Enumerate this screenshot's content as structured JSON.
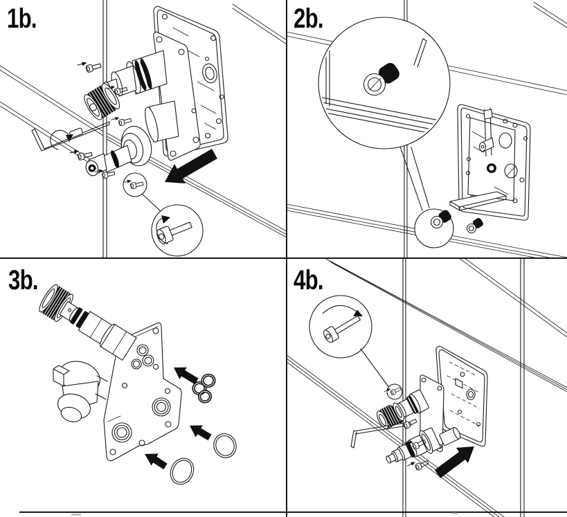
{
  "figure": {
    "background": "#ffffff",
    "line_color": "#1a1a1a",
    "arrow_color": "#111111",
    "grid": {
      "rows": 2,
      "cols": 2
    },
    "footer_rule": true
  },
  "panels": [
    {
      "id": "1b",
      "label": "1b.",
      "scene": "valve-assembly-removed-from-rough-in-box",
      "direction_arrow": "down-left",
      "callouts": [
        "set-screw-detail",
        "socket-head-screw-rotation"
      ]
    },
    {
      "id": "2b",
      "label": "2b.",
      "scene": "empty-rough-in-box-in-tiled-wall",
      "direction_arrow": "none",
      "callouts": [
        "plug-magnified-detail"
      ]
    },
    {
      "id": "3b",
      "label": "3b.",
      "scene": "valve-body-with-o-ring-seals",
      "direction_arrow": "up-left",
      "callouts": []
    },
    {
      "id": "4b",
      "label": "4b.",
      "scene": "valve-assembly-inserted-into-wall",
      "direction_arrow": "up-right",
      "callouts": [
        "socket-head-screw-rotation"
      ]
    }
  ]
}
